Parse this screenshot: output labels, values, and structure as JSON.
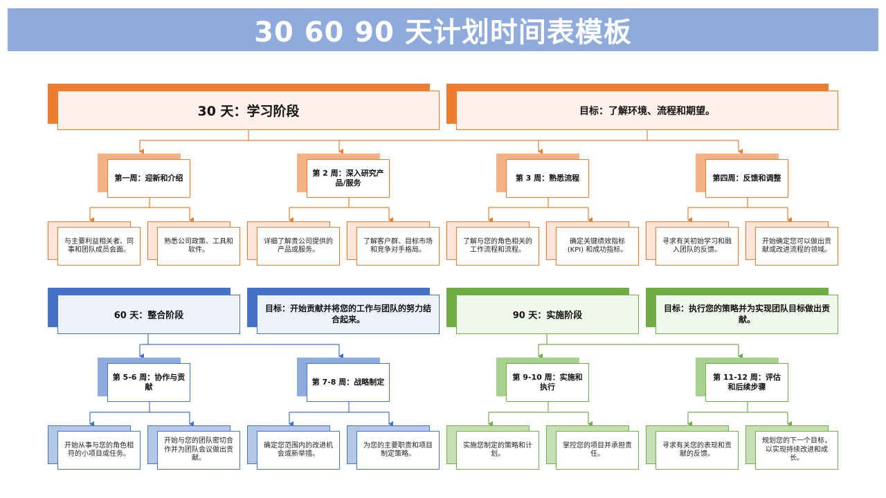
{
  "title": "30 60 90 天计划时间表模板",
  "colors": {
    "title_bg": "#8faadc",
    "orange": "#ed7d31",
    "blue": "#4472c4",
    "green": "#70ad47"
  },
  "phase30": {
    "header": "30 天：学习阶段",
    "goal": "目标：了解环境、流程和期望。",
    "weeks": [
      {
        "label": "第一周：迎新和介绍",
        "tasks": [
          "与主要利益相关者、同事和团队成员会面。",
          "熟悉公司政策、工具和软件。"
        ]
      },
      {
        "label": "第 2 周：深入研究产品/服务",
        "tasks": [
          "详细了解贵公司提供的产品或服务。",
          "了解客户群、目标市场和竞争对手格局。"
        ]
      },
      {
        "label": "第 3 周：熟悉流程",
        "tasks": [
          "了解与您的角色相关的工作流程和流程。",
          "确定关键绩效指标 (KPI) 和成功指标。"
        ]
      },
      {
        "label": "第四周：反馈和调整",
        "tasks": [
          "寻求有关初始学习和融入团队的反馈。",
          "开始确定您可以做出贡献或改进流程的领域。"
        ]
      }
    ]
  },
  "phase60": {
    "header": "60 天：整合阶段",
    "goal": "目标：开始贡献并将您的工作与团队的努力结合起来。",
    "weeks": [
      {
        "label": "第 5-6 周：协作与贡献",
        "tasks": [
          "开始从事与您的角色相符的小项目或任务。",
          "开始与您的团队密切合作并为团队会议做出贡献。"
        ]
      },
      {
        "label": "第 7-8 周：战略制定",
        "tasks": [
          "确定您范围内的改进机会或新举措。",
          "为您的主要职责和项目制定策略。"
        ]
      }
    ]
  },
  "phase90": {
    "header": "90 天：实施阶段",
    "goal": "目标：执行您的策略并为实现团队目标做出贡献。",
    "weeks": [
      {
        "label": "第 9-10 周：实施和执行",
        "tasks": [
          "实施您制定的策略和计划。",
          "掌控您的项目并承担责任。"
        ]
      },
      {
        "label": "第 11-12 周：评估和后续步骤",
        "tasks": [
          "寻求有关您的表现和贡献的反馈。",
          "规划您的下一个目标，以实现持续改进和成长。"
        ]
      }
    ]
  }
}
